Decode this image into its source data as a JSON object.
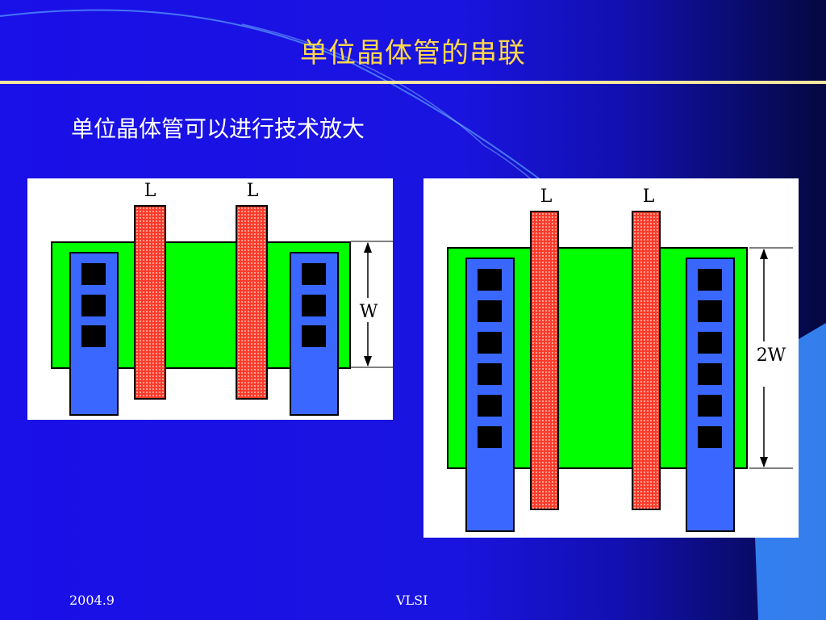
{
  "slide": {
    "title": "单位晶体管的串联",
    "subtitle": "单位晶体管可以进行技术放大"
  },
  "figure_left": {
    "gate_labels": [
      "L",
      "L"
    ],
    "width_label": "W",
    "contacts_per_side": 3
  },
  "figure_right": {
    "gate_labels": [
      "L",
      "L"
    ],
    "width_label": "2W",
    "contacts_per_side": 6
  },
  "footer": {
    "date": "2004.9",
    "center": "VLSI"
  },
  "colors": {
    "background": "#1a10e8",
    "title": "#ffd84a",
    "diffusion": "#00ff00",
    "metal": "#3a67ff",
    "poly": "#ff3a2a"
  }
}
